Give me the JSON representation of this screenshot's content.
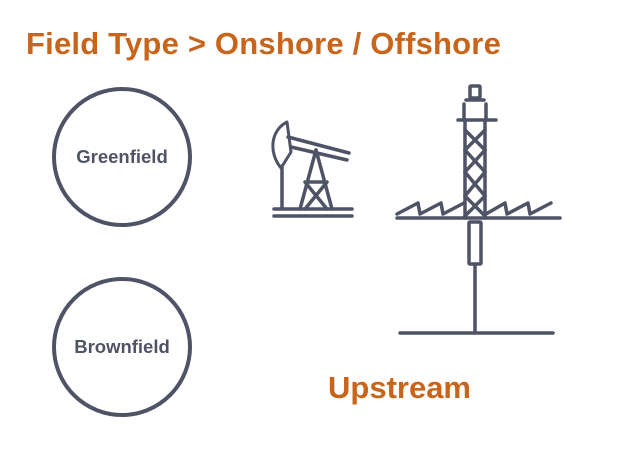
{
  "header": {
    "title": "Field Type > Onshore / Offshore"
  },
  "field_types": [
    {
      "label": "Greenfield"
    },
    {
      "label": "Brownfield"
    }
  ],
  "section": {
    "label": "Upstream"
  },
  "icons": {
    "onshore": "pumpjack-icon",
    "offshore": "offshore-drilling-rig-icon"
  },
  "colors": {
    "accent": "#c8651b",
    "ink": "#4f5366",
    "background": "#ffffff"
  }
}
